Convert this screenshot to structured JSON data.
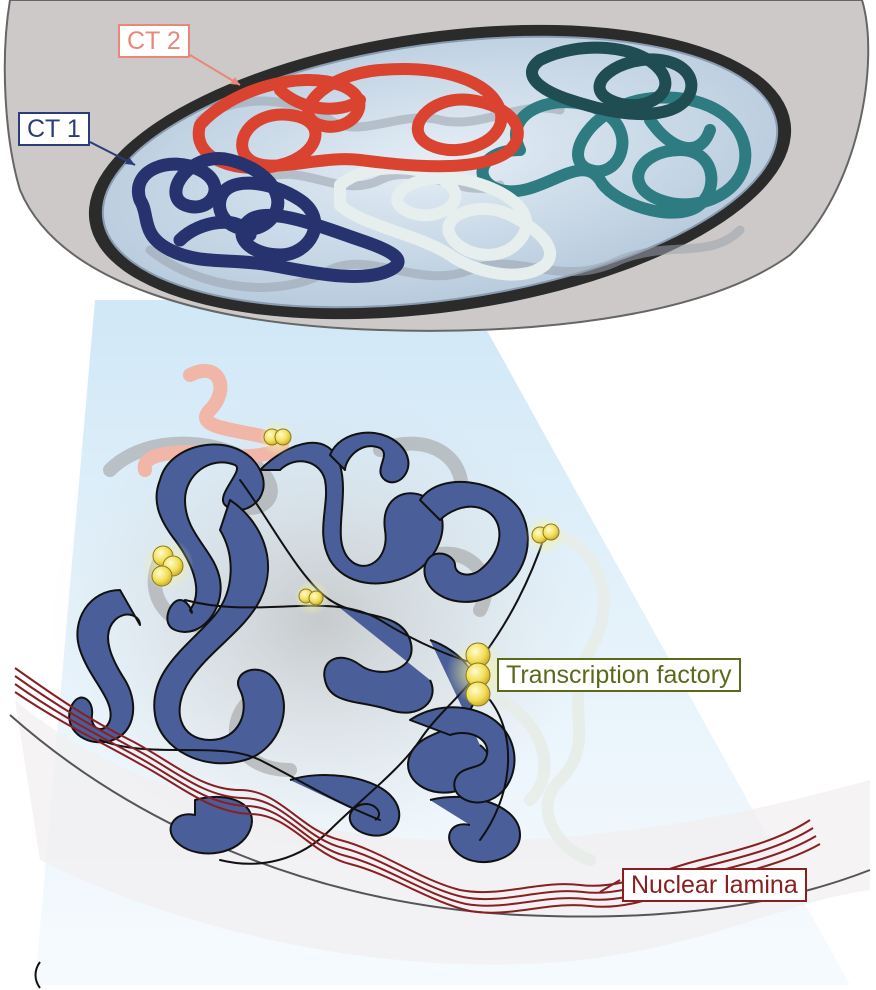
{
  "labels": {
    "ct2": "CT 2",
    "ct1": "CT 1",
    "transcription_factory": "Transcription factory",
    "nuclear_lamina": "Nuclear lamina"
  },
  "colors": {
    "ct1": "#26336e",
    "ct2": "#d9432f",
    "ct3": "#e6eeee",
    "ct4": "#2e7b82",
    "ct5": "#1f4d52",
    "chromatin_fiber": "#4a5f9a",
    "transcription_factory": "#f5e46a",
    "nuclear_lamina": "#8a1f22",
    "nucleus_shell": "#cdc9c8",
    "nucleoplasm": "#bccfe0"
  }
}
